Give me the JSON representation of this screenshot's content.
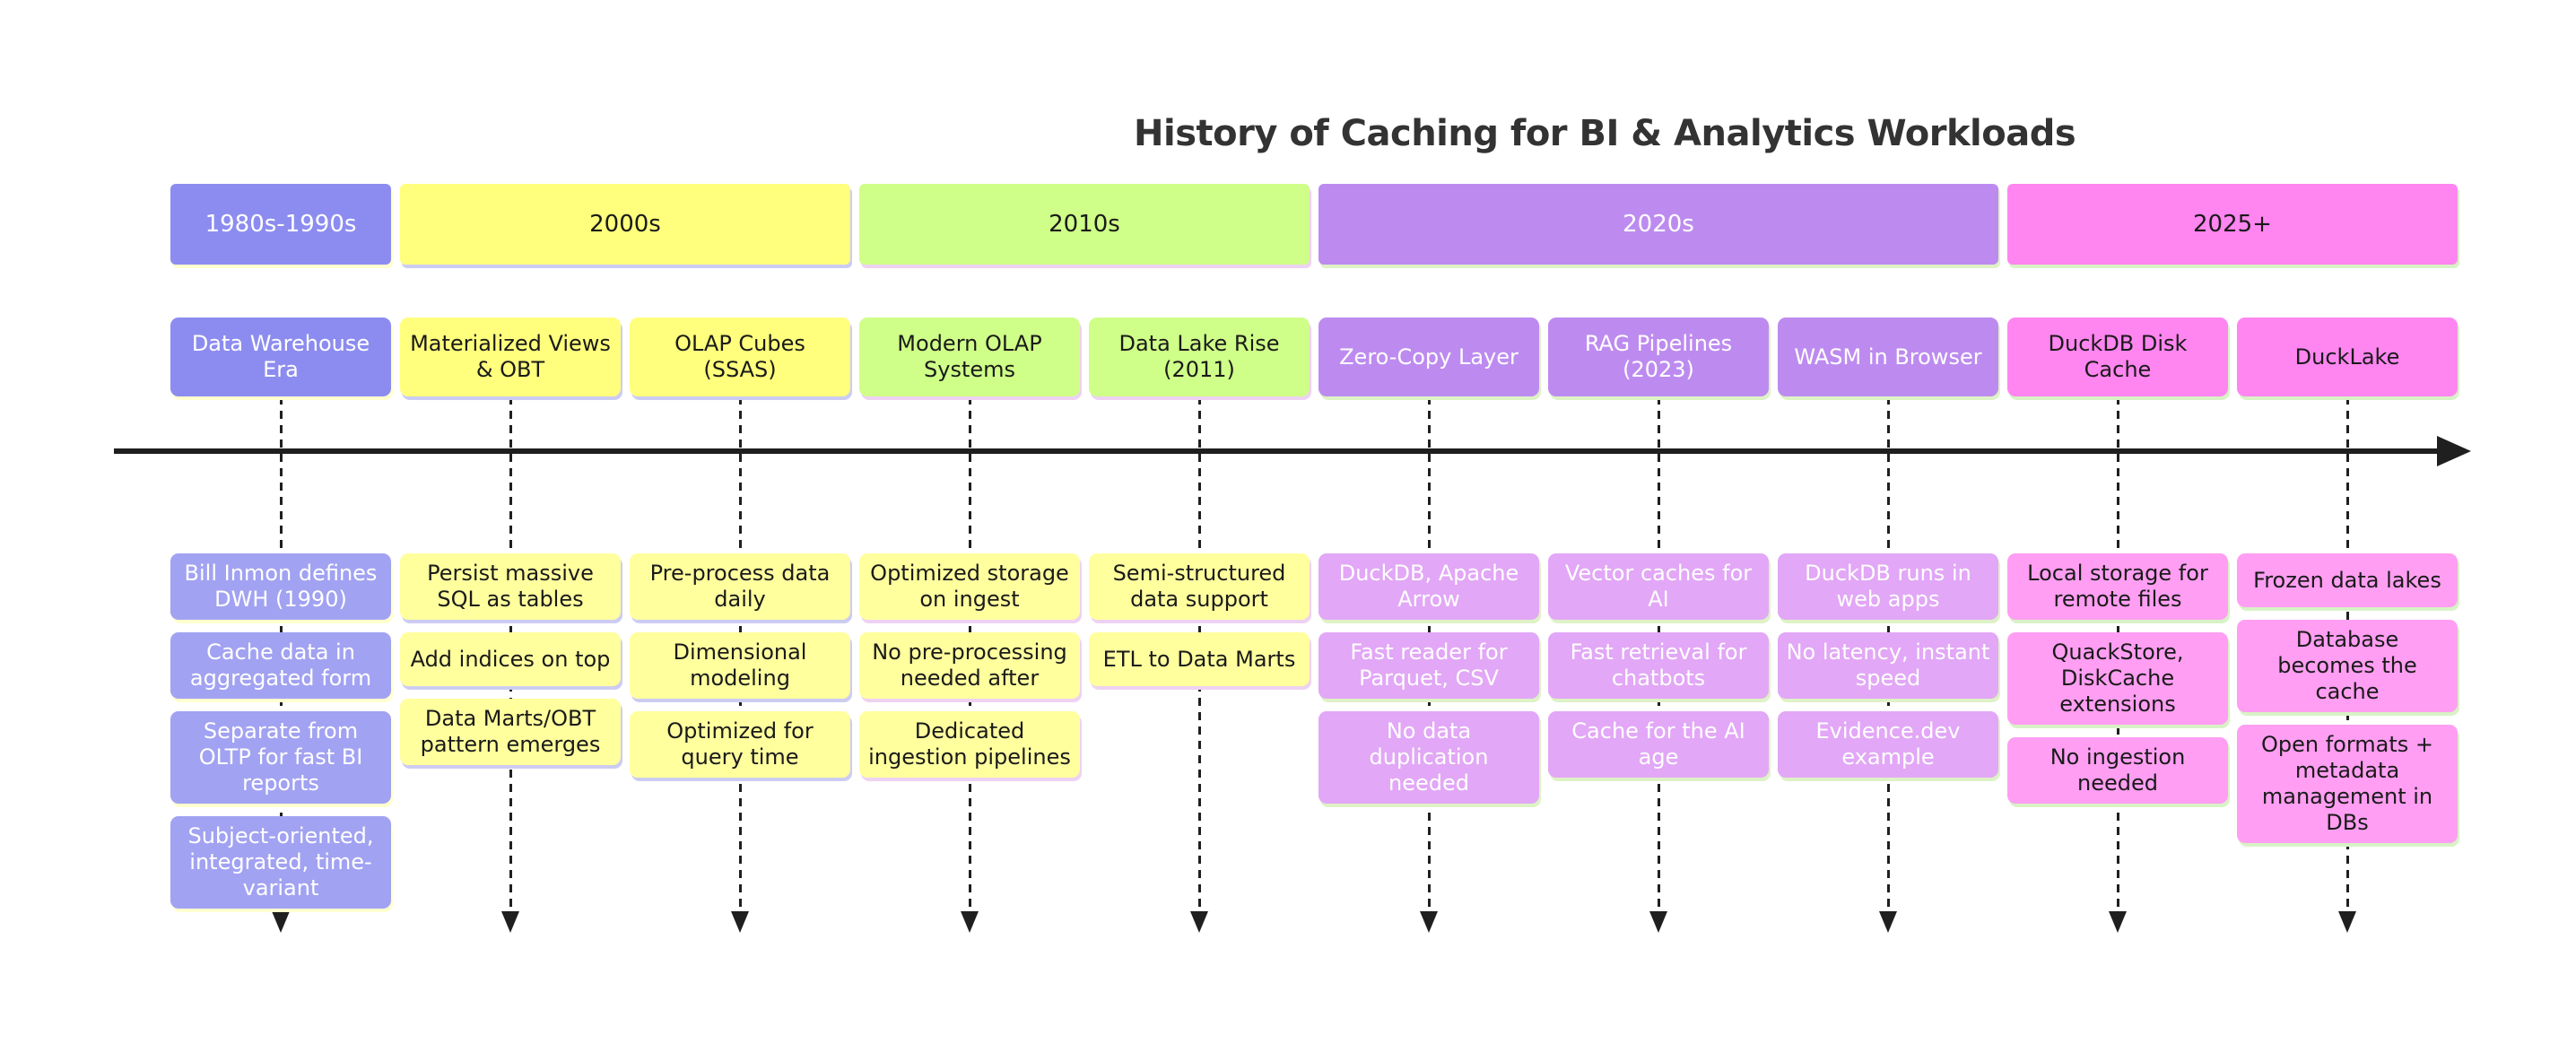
{
  "title": "History of Caching for BI & Analytics Workloads",
  "eras": [
    {
      "label": "1980s-1990s"
    },
    {
      "label": "2000s"
    },
    {
      "label": "2010s"
    },
    {
      "label": "2020s"
    },
    {
      "label": "2025+"
    }
  ],
  "columns": [
    {
      "header": "Data Warehouse Era",
      "items": [
        "Bill Inmon defines DWH (1990)",
        "Cache data in aggregated form",
        "Separate from OLTP for fast BI reports",
        "Subject-oriented, integrated, time-variant"
      ]
    },
    {
      "header": "Materialized Views & OBT",
      "items": [
        "Persist massive SQL as tables",
        "Add indices on top",
        "Data Marts/OBT pattern emerges"
      ]
    },
    {
      "header": "OLAP Cubes (SSAS)",
      "items": [
        "Pre-process data daily",
        "Dimensional modeling",
        "Optimized for query time"
      ]
    },
    {
      "header": "Modern OLAP Systems",
      "items": [
        "Optimized storage on ingest",
        "No pre-processing needed after",
        "Dedicated ingestion pipelines"
      ]
    },
    {
      "header": "Data Lake Rise (2011)",
      "items": [
        "Semi-structured data support",
        "ETL to Data Marts"
      ]
    },
    {
      "header": "Zero-Copy Layer",
      "items": [
        "DuckDB, Apache Arrow",
        "Fast reader for Parquet, CSV",
        "No data duplication needed"
      ]
    },
    {
      "header": "RAG Pipelines (2023)",
      "items": [
        "Vector caches for AI",
        "Fast retrieval for chatbots",
        "Cache for the AI age"
      ]
    },
    {
      "header": "WASM in Browser",
      "items": [
        "DuckDB runs in web apps",
        "No latency, instant speed",
        "Evidence.dev example"
      ]
    },
    {
      "header": "DuckDB Disk Cache",
      "items": [
        "Local storage for remote files",
        "QuackStore, DiskCache extensions",
        "No ingestion needed"
      ]
    },
    {
      "header": "DuckLake",
      "items": [
        "Frozen data lakes",
        "Database becomes the cache",
        "Open formats + metadata management in DBs"
      ]
    }
  ],
  "colors": {
    "bg": "#ffffff",
    "title-color": "#333333",
    "axis-color": "#1f1f1f",
    "sec1-fill": "#8c8cf0",
    "sec1-item": "#a2a2f2",
    "sec1-text": "#ffffff",
    "sec1-shadow": "#ffffcf",
    "sec2-fill": "#ffff7d",
    "sec2-item": "#ffff9e",
    "sec2-text": "#1a1a1a",
    "sec2-shadow": "#ccccf2",
    "sec3-fill": "#cfff88",
    "sec3-item": "#ffff9e",
    "sec3-text": "#1a1a1a",
    "sec3-shadow": "#eed2f2",
    "sec4-fill": "#bd8bf0",
    "sec4-item": "#e2a7f6",
    "sec4-text": "#ffffff",
    "sec4-shadow": "#def2c6",
    "sec5-fill": "#ff85f0",
    "sec5-item": "#ff9ef2",
    "sec5-text": "#1a1a1a",
    "sec5-shadow": "#d8f2c6"
  }
}
